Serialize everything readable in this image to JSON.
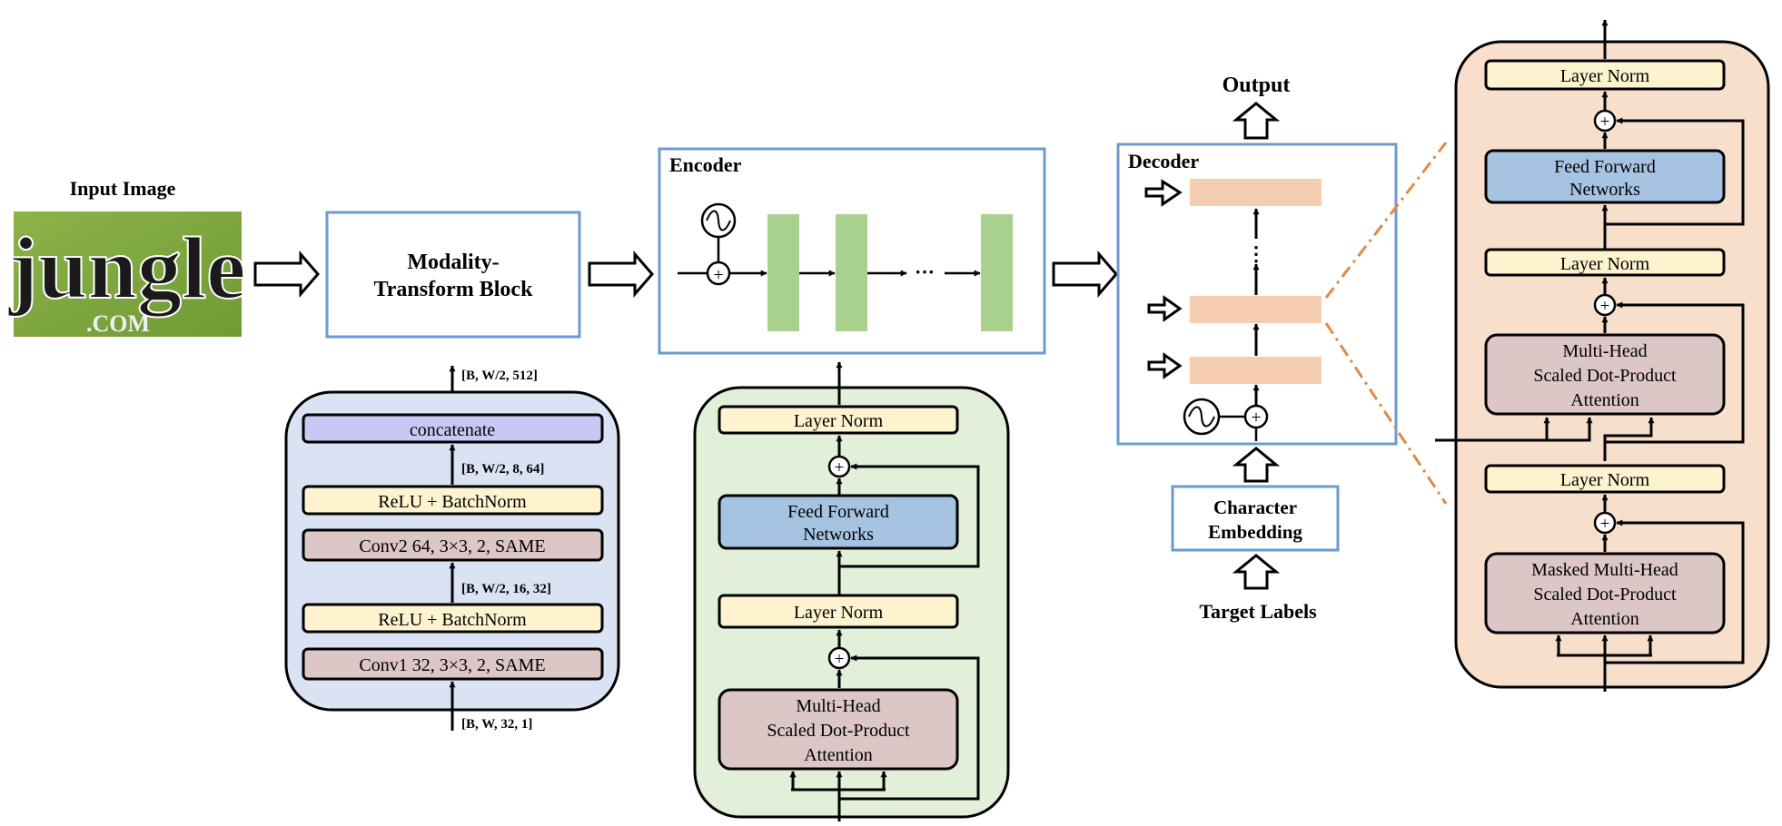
{
  "input": {
    "title": "Input Image",
    "image_text": "jungle",
    "image_subtext": ".COM"
  },
  "mtb": {
    "title_line1": "Modality-",
    "title_line2": "Transform Block",
    "output_shape": "[B, W/2, 512]",
    "concat": "concatenate",
    "shape_after_conv2": "[B, W/2, 8, 64]",
    "relu2": "ReLU + BatchNorm",
    "conv2": "Conv2 64, 3×3, 2, SAME",
    "shape_after_conv1": "[B, W/2, 16, 32]",
    "relu1": "ReLU + BatchNorm",
    "conv1": "Conv1 32, 3×3, 2, SAME",
    "input_shape": "[B, W, 32, 1]"
  },
  "encoder": {
    "title": "Encoder",
    "ellipsis": "···",
    "layer_norm_top": "Layer Norm",
    "ffn_line1": "Feed Forward",
    "ffn_line2": "Networks",
    "layer_norm_bottom": "Layer Norm",
    "mha_line1": "Multi-Head",
    "mha_line2": "Scaled Dot-Product",
    "mha_line3": "Attention"
  },
  "decoder": {
    "title": "Decoder",
    "output": "Output",
    "vdots": "⋮",
    "char_emb_line1": "Character",
    "char_emb_line2": "Embedding",
    "target_labels": "Target Labels",
    "ln1": "Layer Norm",
    "ffn_line1": "Feed Forward",
    "ffn_line2": "Networks",
    "ln2": "Layer Norm",
    "mha_line1": "Multi-Head",
    "mha_line2": "Scaled Dot-Product",
    "mha_line3": "Attention",
    "ln3": "Layer Norm",
    "mmha_line1": "Masked Multi-Head",
    "mmha_line2": "Scaled Dot-Product",
    "mmha_line3": "Attention"
  },
  "plus_symbol": "+",
  "colors": {
    "blue_border": "#6b9bd1",
    "layer_norm": "#fdf3cf",
    "attention": "#dcc6c6",
    "ffn": "#a6c3e2",
    "concat": "#c9c8f5",
    "encoder_bar": "#a9d18e",
    "decoder_bar": "#f5cdb0",
    "mtb_panel": "#dae3f3",
    "encoder_panel": "#e2efd9",
    "decoder_panel": "#f8dfcc",
    "dash_line": "#e08a45"
  }
}
